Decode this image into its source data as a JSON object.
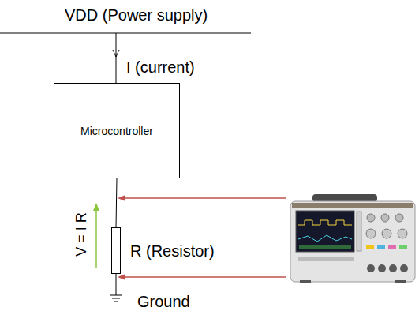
{
  "diagram": {
    "nodes": [
      {
        "text": [
          "Microcontroller"
        ]
      },
      {
        "text": [
          "R (Resistor)"
        ]
      }
    ],
    "edges": [
      {
        "from": 0,
        "to": 1,
        "arrow": "none"
      }
    ],
    "labels": [
      "VDD (Power supply)",
      "I (current)",
      "V = I R",
      "Ground"
    ]
  }
}
